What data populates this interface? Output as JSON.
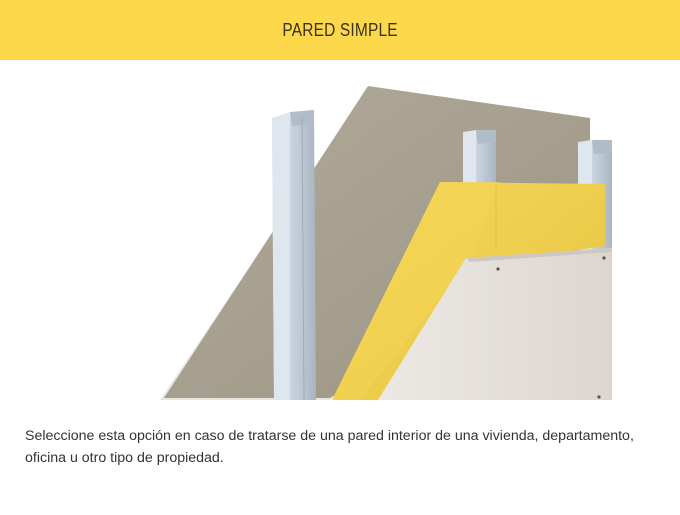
{
  "header": {
    "title": "PARED SIMPLE"
  },
  "illustration": {
    "icon": "drywall-wall-cross-section-image",
    "colors": {
      "header_bg": "#fdd84a",
      "gypsum_board_back": "#a79e8e",
      "insulation": "#f0cf4b",
      "gypsum_board_front": "#e6e1db",
      "steel_stud": "#c7d2dc"
    }
  },
  "description": {
    "text": "Seleccione esta opción en caso de tratarse de una pared interior de una vivienda, departamento, oficina u otro tipo de propiedad."
  }
}
